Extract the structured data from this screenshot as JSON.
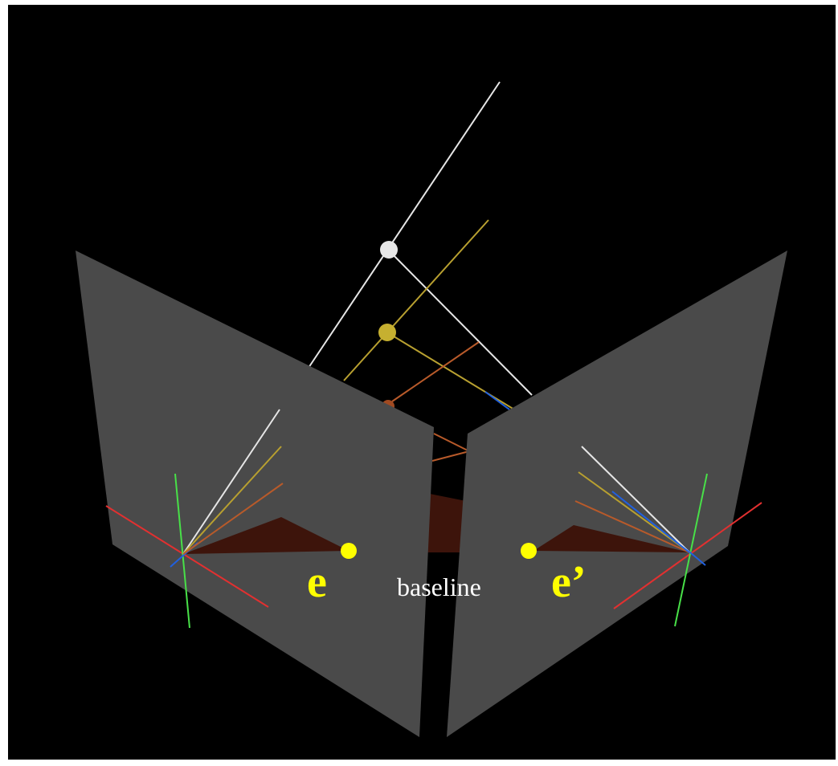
{
  "labels": {
    "left_epipole": "e",
    "right_epipole": "e’",
    "baseline": "baseline"
  },
  "colors": {
    "background": "#000000",
    "frame": "#ffffff",
    "image_plane": "#4a4a4a",
    "epipole": "#ffff00",
    "baseline_text": "#ffffff",
    "triangle": "#3d140b",
    "point_white": "#e6e6e6",
    "point_yellow": "#c6b030",
    "point_orange": "#c8602a",
    "axis_x": "#e23030",
    "axis_y": "#48e048",
    "axis_z": "#2060e0"
  }
}
